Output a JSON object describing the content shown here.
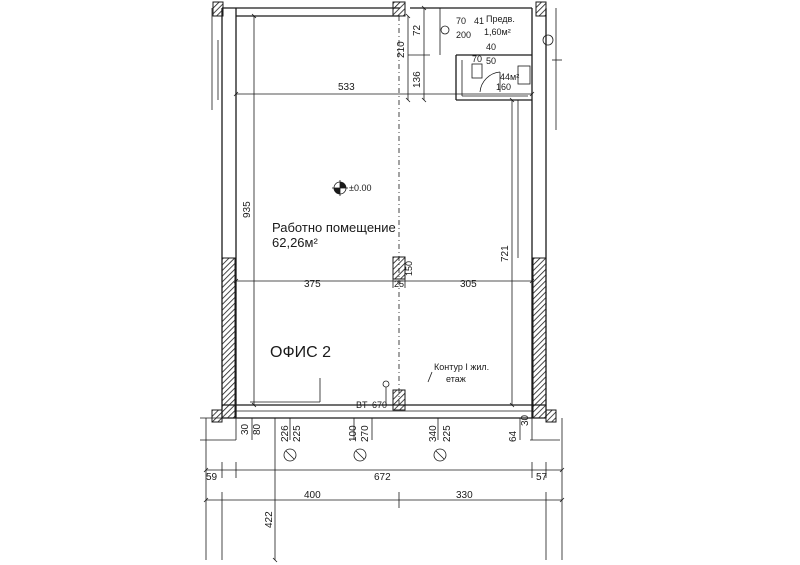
{
  "room": {
    "name": "Работно помещение",
    "area": "62,26м²",
    "level": "±0.00",
    "title": "ОФИС 2"
  },
  "wc": {
    "label": "Предв.",
    "area": "1,60м²",
    "area_small": "44м²",
    "dims": [
      "70",
      "41",
      "200",
      "70",
      "40",
      "50",
      "160"
    ]
  },
  "annotation": {
    "contour_line1": "Контур I жил.",
    "contour_line2": "етаж",
    "bt": "BT",
    "bt_value": "670"
  },
  "dims": {
    "width_top": "533",
    "height_left": "935",
    "height_right": "721",
    "d210": "210",
    "d136": "136",
    "d72": "72",
    "d375": "375",
    "d305": "305",
    "d25": "25",
    "d150": "150",
    "d30a": "30",
    "d80": "80",
    "d226": "226",
    "d225a": "225",
    "d100": "100",
    "d270": "270",
    "d340": "340",
    "d225b": "225",
    "d64": "64",
    "d30b": "30",
    "d59": "59",
    "d672": "672",
    "d57": "57",
    "d400": "400",
    "d330": "330",
    "d422": "422"
  }
}
